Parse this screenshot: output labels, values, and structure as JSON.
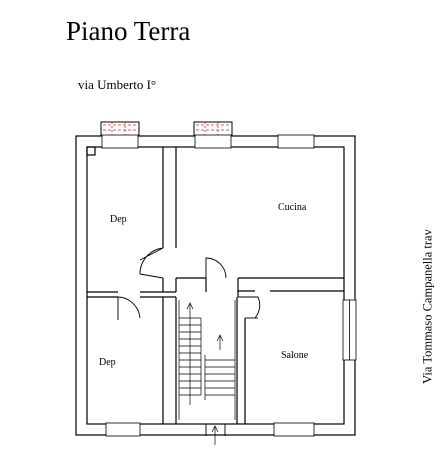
{
  "plan": {
    "title": "Piano Terra",
    "street_top": "via Umberto I°",
    "street_right": "Via  Tommaso Campanella trav"
  },
  "rooms": {
    "dep_upper": "Dep",
    "cucina": "Cucina",
    "dep_lower": "Dep",
    "salone": "Salone"
  },
  "colors": {
    "wall": "#000000",
    "window_fill": "#ffffff",
    "railing": "#cc2a2a"
  }
}
